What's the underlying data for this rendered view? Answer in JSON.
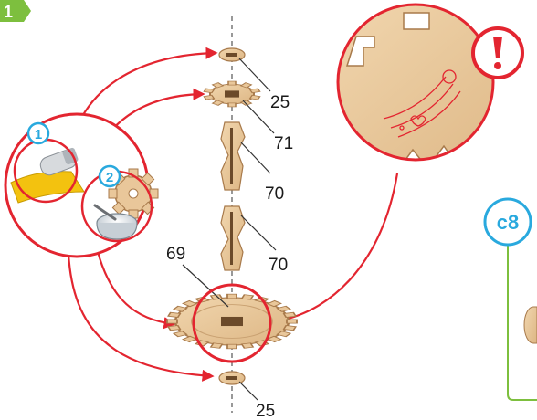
{
  "step": {
    "number": "1"
  },
  "callouts": [
    {
      "id": "1",
      "name": "glue-paper-callout"
    },
    {
      "id": "2",
      "name": "glue-bowl-callout"
    }
  ],
  "parts": [
    {
      "label": "25",
      "name": "washer-top"
    },
    {
      "label": "71",
      "name": "small-gear"
    },
    {
      "label": "70",
      "name": "spacer-upper"
    },
    {
      "label": "70",
      "name": "spacer-lower"
    },
    {
      "label": "69",
      "name": "large-gear"
    },
    {
      "label": "25",
      "name": "washer-bottom"
    }
  ],
  "next_step": {
    "label": "c8"
  },
  "colors": {
    "accent_red": "#e32530",
    "callout_blue": "#29a9de",
    "step_green": "#7dbf3e",
    "wood": "#e9c79a",
    "wood_edge": "#a87a4b"
  },
  "icons": {
    "warning": "exclamation-icon",
    "glue": "glue-tube-icon",
    "bowl": "glue-bowl-icon"
  }
}
